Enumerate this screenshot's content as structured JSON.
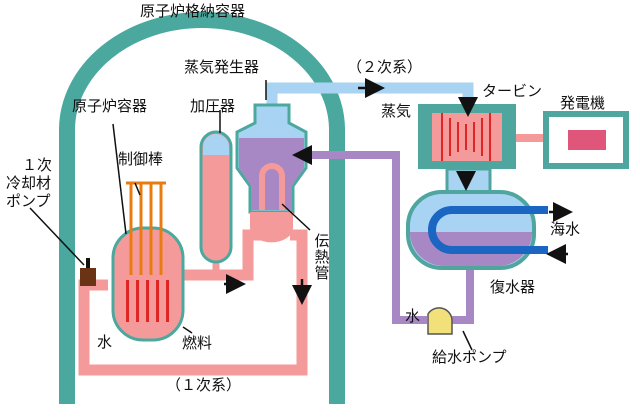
{
  "labels": {
    "containment_vessel": "原子炉格納容器",
    "steam_generator": "蒸気発生器",
    "secondary_system": "（２次系）",
    "turbine": "タービン",
    "generator": "発電機",
    "steam": "蒸気",
    "reactor_vessel": "原子炉容器",
    "pressurizer": "加圧器",
    "control_rods": "制御棒",
    "primary_pump": [
      "１次",
      "冷却材",
      "ポンプ"
    ],
    "heat_tube": "伝熱管",
    "sea_water": "海水",
    "condenser": "復水器",
    "water_left": "水",
    "water_right": "水",
    "fuel": "燃料",
    "feed_pump": "給水ポンプ",
    "primary_system": "（１次系）"
  },
  "colors": {
    "containment": "#4aa89e",
    "primary_loop": "#f59a9a",
    "steam_line": "#a9d3f2",
    "feedwater_line": "#a788c4",
    "sea_water": "#1a66c2",
    "fuel_rods": "#e02525",
    "control_rods": "#e87c12",
    "generator_box": "#4ea69f",
    "pump": "#f2e07a"
  }
}
